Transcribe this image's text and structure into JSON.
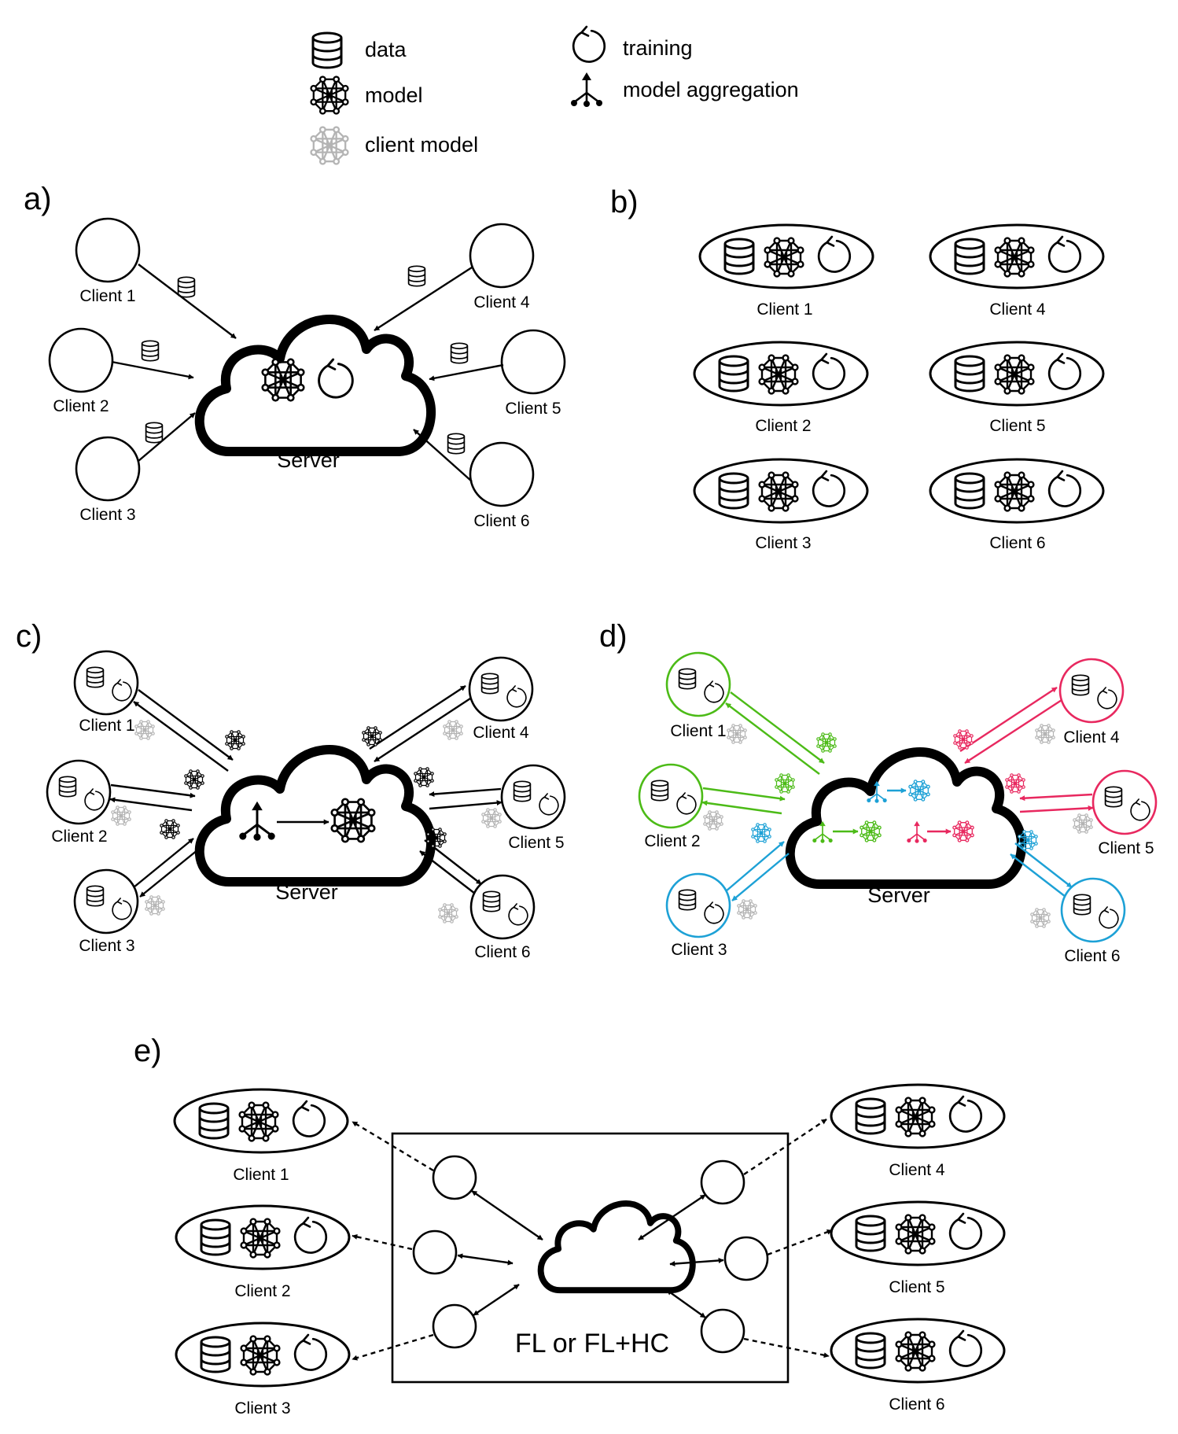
{
  "legend": {
    "data": "data",
    "model": "model",
    "client_model": "client model",
    "training": "training",
    "model_aggregation": "model aggregation"
  },
  "panels": {
    "a": "a)",
    "b": "b)",
    "c": "c)",
    "d": "d)",
    "e": "e)"
  },
  "server_label": "Server",
  "fl_label": "FL or FL+HC",
  "clients": [
    "Client 1",
    "Client 2",
    "Client 3",
    "Client 4",
    "Client 5",
    "Client 6"
  ],
  "colors": {
    "ink": "#000000",
    "client_model_gray": "#b4b4b4",
    "group_green": "#4cbb17",
    "group_blue": "#1da1d6",
    "group_pink": "#e8285f"
  },
  "icons": {
    "data": "database-icon",
    "model": "neural-network-icon",
    "training": "circular-arrow-icon",
    "aggregation": "merge-arrow-icon"
  }
}
